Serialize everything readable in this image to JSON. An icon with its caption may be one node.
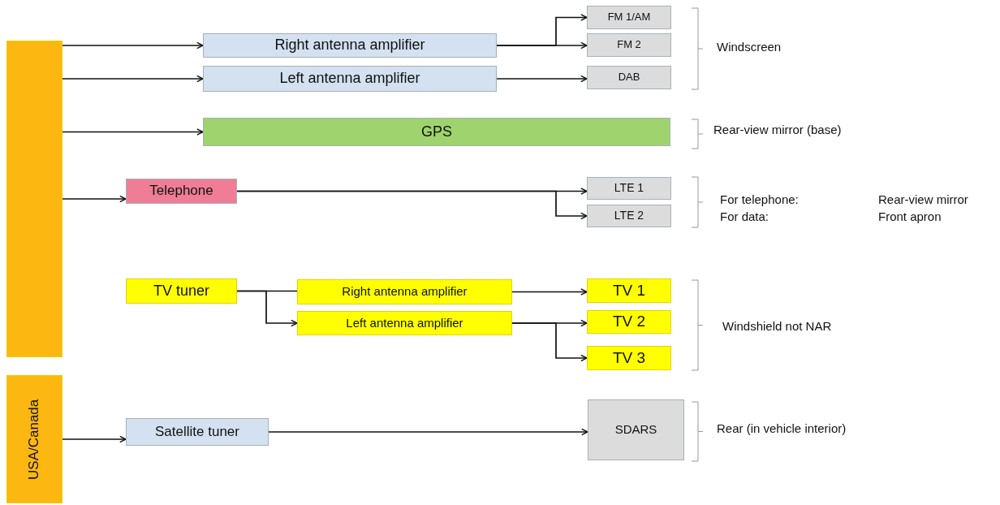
{
  "diagram": {
    "nodes": [
      {
        "text": [],
        "shape": "bar"
      },
      {
        "text": [
          "Right antenna amplifier"
        ]
      },
      {
        "text": [
          "Left antenna amplifier"
        ]
      },
      {
        "text": [
          "FM 1/AM"
        ]
      },
      {
        "text": [
          "FM 2"
        ]
      },
      {
        "text": [
          "DAB"
        ]
      },
      {
        "text": [
          "GPS"
        ]
      },
      {
        "text": [
          "Telephone"
        ]
      },
      {
        "text": [
          "LTE 1"
        ]
      },
      {
        "text": [
          "LTE 2"
        ]
      },
      {
        "text": [
          "TV tuner"
        ]
      },
      {
        "text": [
          "Right antenna amplifier"
        ]
      },
      {
        "text": [
          "Left antenna amplifier"
        ]
      },
      {
        "text": [
          "TV 1"
        ]
      },
      {
        "text": [
          "TV 2"
        ]
      },
      {
        "text": [
          "TV 3"
        ]
      },
      {
        "text": [
          "USA/Canada"
        ]
      },
      {
        "text": [
          "Satellite tuner"
        ]
      },
      {
        "text": [
          "SDARS"
        ]
      }
    ],
    "edges": [
      {
        "from": 0,
        "to": 1,
        "arrow": "to"
      },
      {
        "from": 0,
        "to": 2,
        "arrow": "to"
      },
      {
        "from": 0,
        "to": 6,
        "arrow": "to"
      },
      {
        "from": 0,
        "to": 7,
        "arrow": "to"
      },
      {
        "from": 1,
        "to": 3,
        "arrow": "to"
      },
      {
        "from": 1,
        "to": 4,
        "arrow": "to"
      },
      {
        "from": 2,
        "to": 5,
        "arrow": "to"
      },
      {
        "from": 7,
        "to": 8,
        "arrow": "to"
      },
      {
        "from": 7,
        "to": 9,
        "arrow": "to"
      },
      {
        "from": 10,
        "to": 11,
        "arrow": "none"
      },
      {
        "from": 10,
        "to": 12,
        "arrow": "to"
      },
      {
        "from": 11,
        "to": 13,
        "arrow": "to"
      },
      {
        "from": 12,
        "to": 14,
        "arrow": "to"
      },
      {
        "from": 12,
        "to": 15,
        "arrow": "to"
      },
      {
        "from": 16,
        "to": 17,
        "arrow": "to"
      },
      {
        "from": 17,
        "to": 18,
        "arrow": "to"
      }
    ],
    "labels": [
      "Windscreen",
      "Rear-view mirror (base)",
      "For telephone:",
      "Rear-view mirror",
      "For data:",
      "Front apron",
      "Windshield not NAR",
      "Rear (in vehicle interior)"
    ]
  }
}
